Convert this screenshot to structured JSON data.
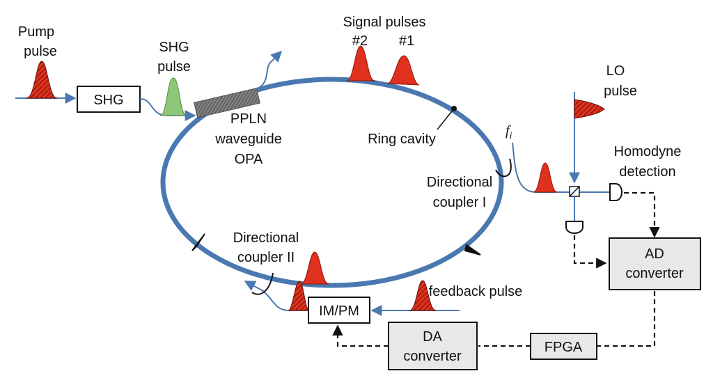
{
  "colors": {
    "ring": "#4a78b0",
    "pulse_red": "#e0301e",
    "pulse_green": "#8cc878",
    "box_white": "#ffffff",
    "box_gray": "#e8e8e8",
    "waveguide": "#707070"
  },
  "labels": {
    "pump_l1": "Pump",
    "pump_l2": "pulse",
    "shg_pulse_l1": "SHG",
    "shg_pulse_l2": "pulse",
    "signal_title": "Signal pulses",
    "signal_2": "#2",
    "signal_1": "#1",
    "lo_l1": "LO",
    "lo_l2": "pulse",
    "ppln_l1": "PPLN",
    "ppln_l2": "waveguide",
    "ppln_l3": "OPA",
    "ring_cavity": "Ring cavity",
    "fi_base": "f",
    "fi_sub": "i",
    "dc1_l1": "Directional",
    "dc1_l2": "coupler I",
    "homodyne_l1": "Homodyne",
    "homodyne_l2": "detection",
    "dc2_l1": "Directional",
    "dc2_l2": "coupler II",
    "feedback": "feedback pulse"
  },
  "boxes": {
    "shg": "SHG",
    "impm": "IM/PM",
    "ad_l1": "AD",
    "ad_l2": "converter",
    "da_l1": "DA",
    "da_l2": "converter",
    "fpga": "FPGA"
  }
}
